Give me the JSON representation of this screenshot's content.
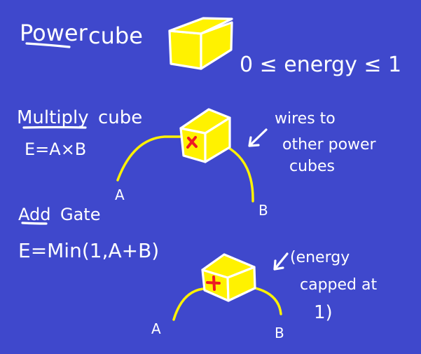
{
  "colors": {
    "background": "#3F48CC",
    "cube_fill": "#FFF200",
    "ink": "#FFFFFF",
    "wire": "#FFF200",
    "symbol": "#ED1C24"
  },
  "power_cube": {
    "title": "Power cube",
    "title_underlined": "Power",
    "title_rest": "cube",
    "constraint": "0 ≤ energy ≤ 1"
  },
  "multiply_cube": {
    "title": "Multiply cube",
    "title_underlined": "Multiply",
    "title_rest": "cube",
    "formula": "E=A×B",
    "symbol": "×",
    "input_a": "A",
    "input_b": "B",
    "annotation": [
      "wires to",
      "other power",
      "cubes"
    ]
  },
  "add_gate": {
    "title": "Add Gate",
    "title_underlined": "Add",
    "title_rest": "Gate",
    "formula": "E=Min(1,A+B)",
    "symbol": "+",
    "input_a": "A",
    "input_b": "B",
    "annotation": [
      "(energy",
      "capped at",
      "1)"
    ]
  }
}
